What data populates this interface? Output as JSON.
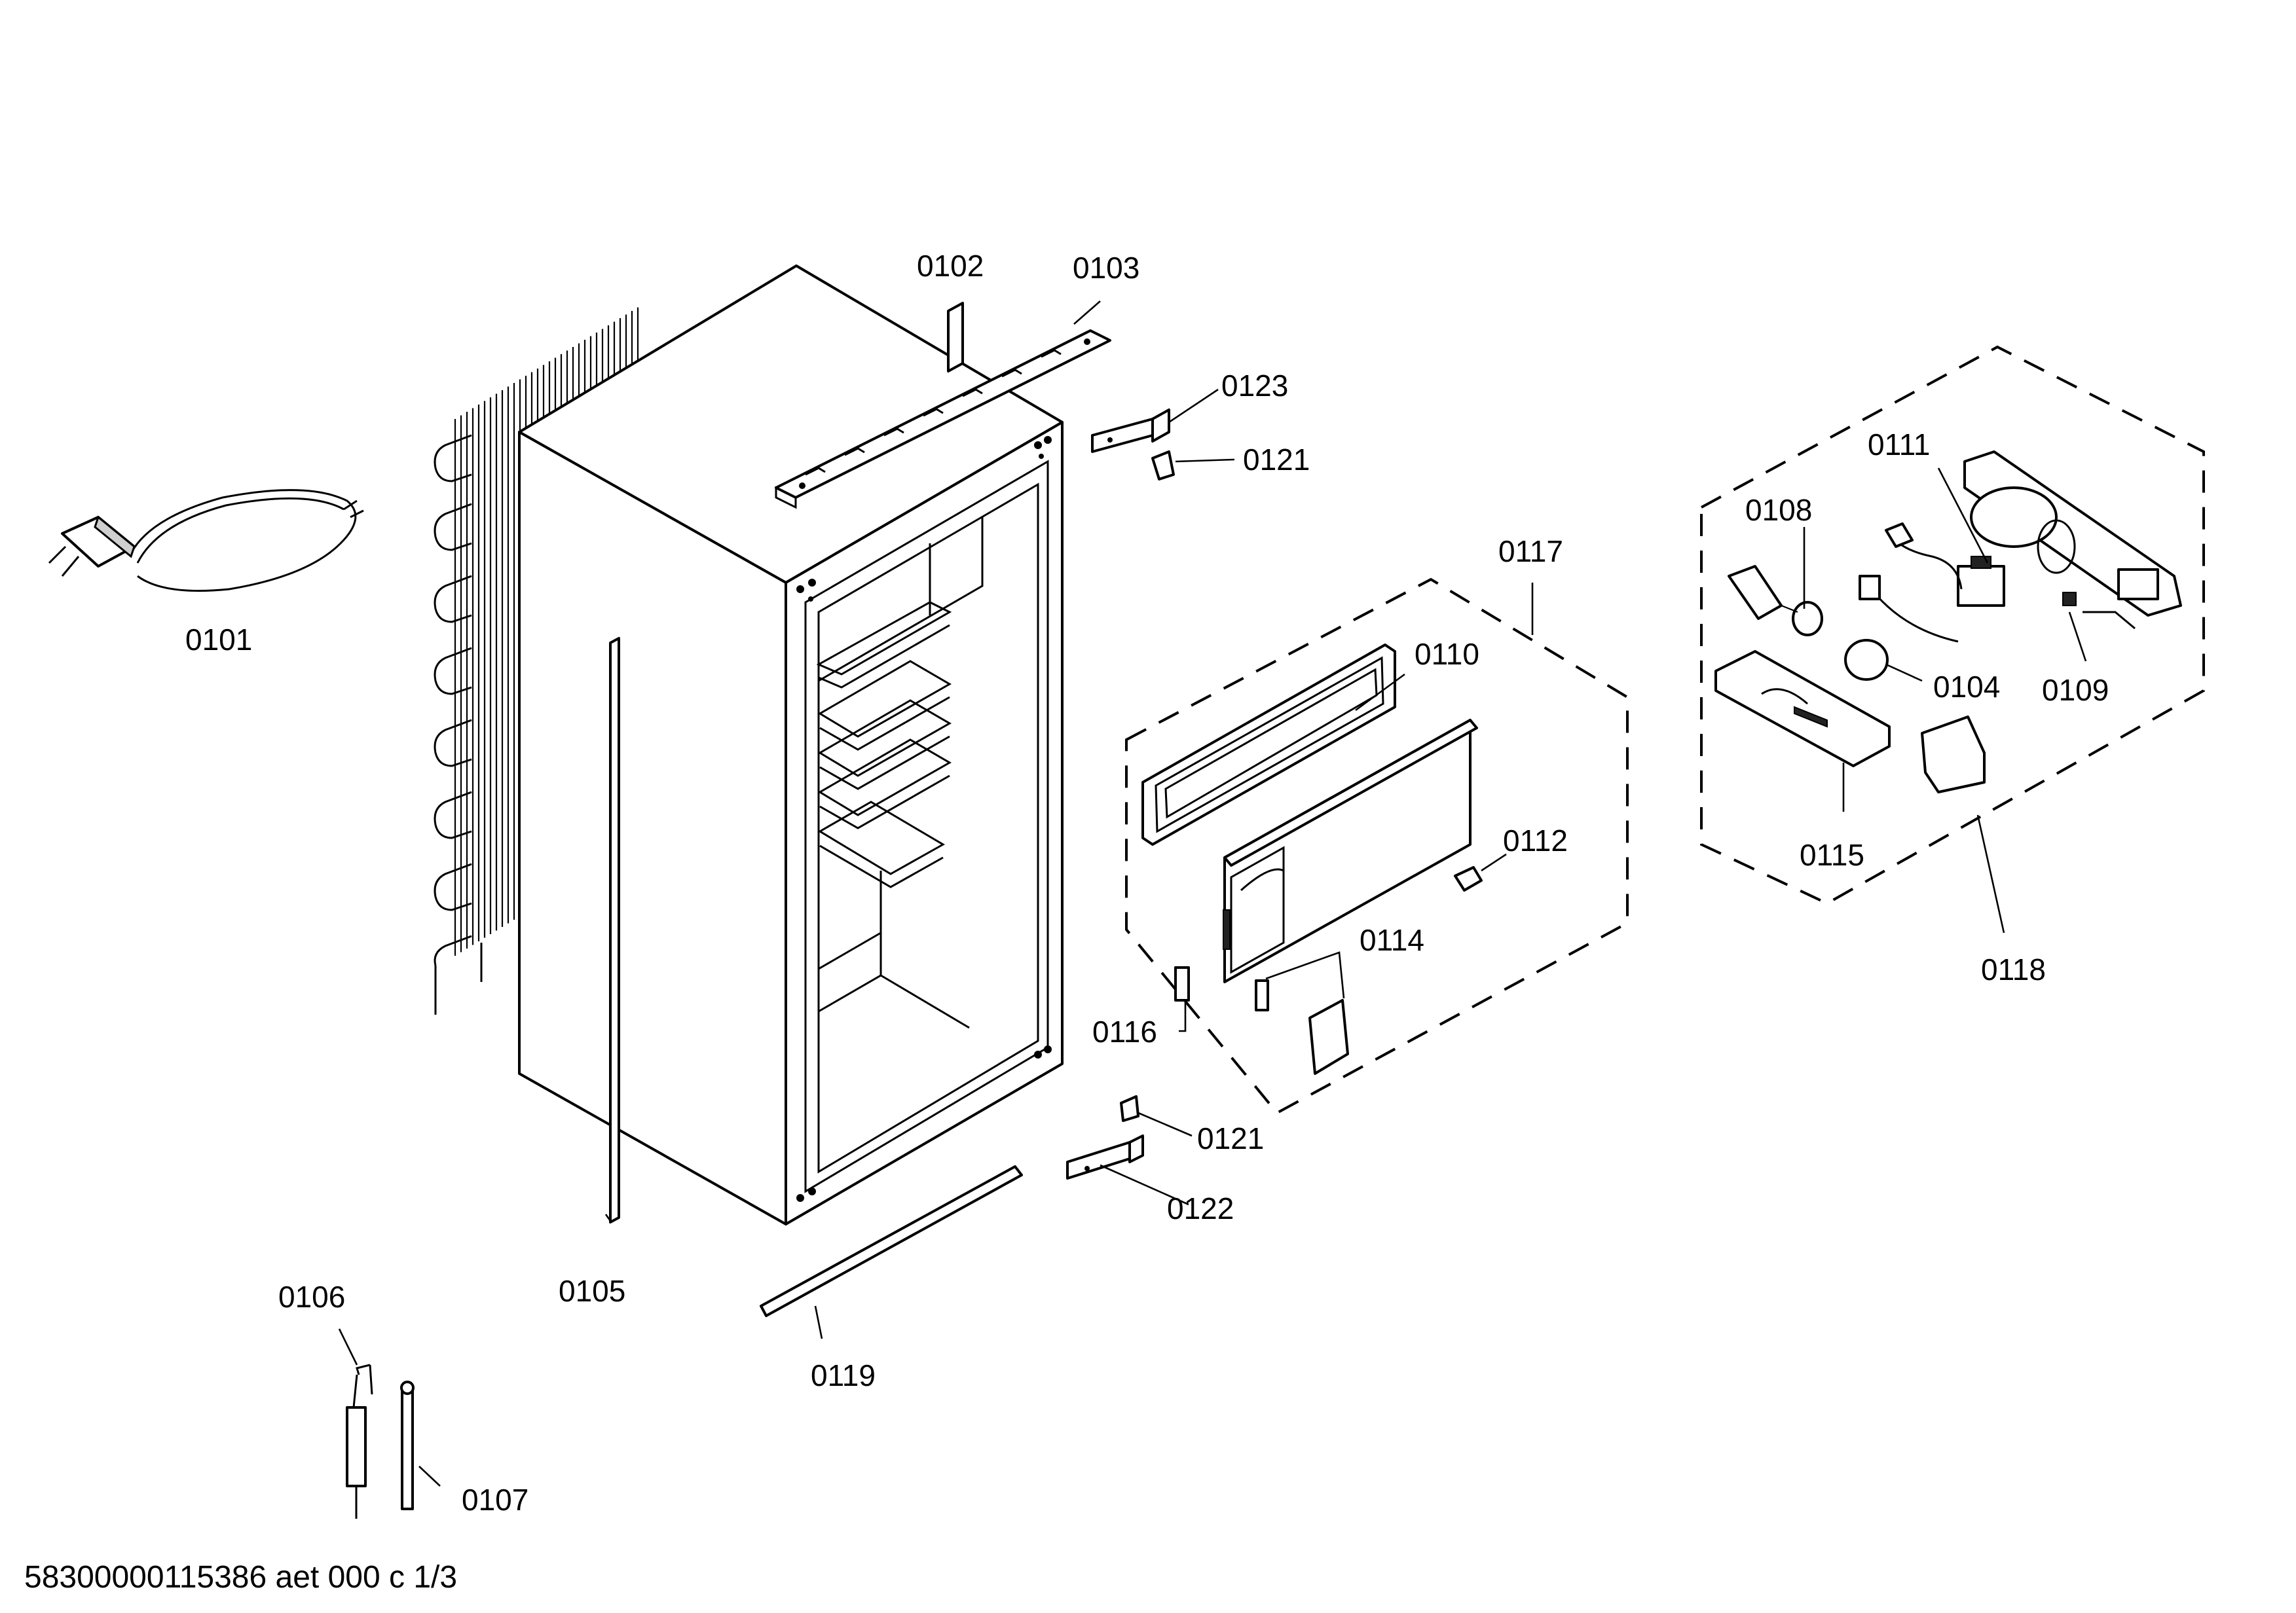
{
  "labels": [
    {
      "id": "0101",
      "text": "0101"
    },
    {
      "id": "0102",
      "text": "0102"
    },
    {
      "id": "0103",
      "text": "0103"
    },
    {
      "id": "0104",
      "text": "0104"
    },
    {
      "id": "0105",
      "text": "0105"
    },
    {
      "id": "0106",
      "text": "0106"
    },
    {
      "id": "0107",
      "text": "0107"
    },
    {
      "id": "0108",
      "text": "0108"
    },
    {
      "id": "0109",
      "text": "0109"
    },
    {
      "id": "0110",
      "text": "0110"
    },
    {
      "id": "0111",
      "text": "0111"
    },
    {
      "id": "0112",
      "text": "0112"
    },
    {
      "id": "0114",
      "text": "0114"
    },
    {
      "id": "0115",
      "text": "0115"
    },
    {
      "id": "0116",
      "text": "0116"
    },
    {
      "id": "0117",
      "text": "0117"
    },
    {
      "id": "0118",
      "text": "0118"
    },
    {
      "id": "0119",
      "text": "0119"
    },
    {
      "id": "0121a",
      "text": "0121"
    },
    {
      "id": "0121b",
      "text": "0121"
    },
    {
      "id": "0122",
      "text": "0122"
    },
    {
      "id": "0123",
      "text": "0123"
    }
  ],
  "footer": "58300000115386 aet 000 c 1/3"
}
